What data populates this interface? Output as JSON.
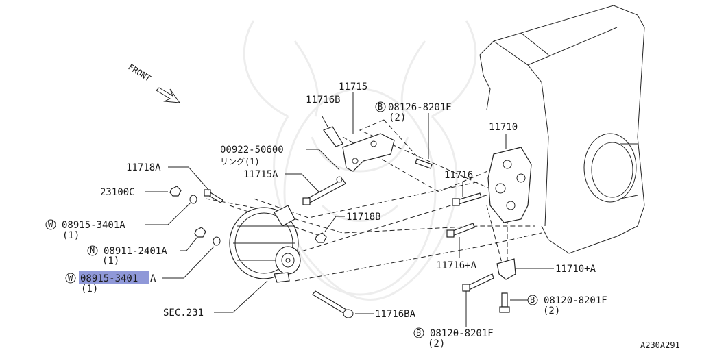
{
  "diagram": {
    "direction_label": "FRONT",
    "figure_code": "A230A291",
    "highlight_color": "#8f98d8",
    "parts": {
      "p11715": "11715",
      "p11716B": "11716B",
      "p08126_code": "08126-8201E",
      "p08126_qty": "(2)",
      "p08126_prefix": "B",
      "p11710": "11710",
      "p00922": "00922-50600",
      "p00922_sub": "リング(1)",
      "p11718A": "11718A",
      "p11715A": "11715A",
      "p11716": "11716",
      "p23100C": "23100C",
      "p11718B": "11718B",
      "pW1_prefix": "W",
      "pW1_code": "08915-3401A",
      "pW1_qty": "(1)",
      "pN_prefix": "N",
      "pN_code": "08911-2401A",
      "pN_qty": "(1)",
      "pW2_prefix": "W",
      "pW2_code_hl": "08915-3401",
      "pW2_code_tail": "A",
      "pW2_qty": "(1)",
      "p11716pA": "11716+A",
      "p11710pA": "11710+A",
      "pSEC": "SEC.231",
      "p11716BA": "11716BA",
      "pB2_prefix": "B",
      "pB2_code": "08120-8201F",
      "pB2_qty": "(2)",
      "pB3_prefix": "B",
      "pB3_code": "08120-8201F",
      "pB3_qty": "(2)"
    }
  }
}
